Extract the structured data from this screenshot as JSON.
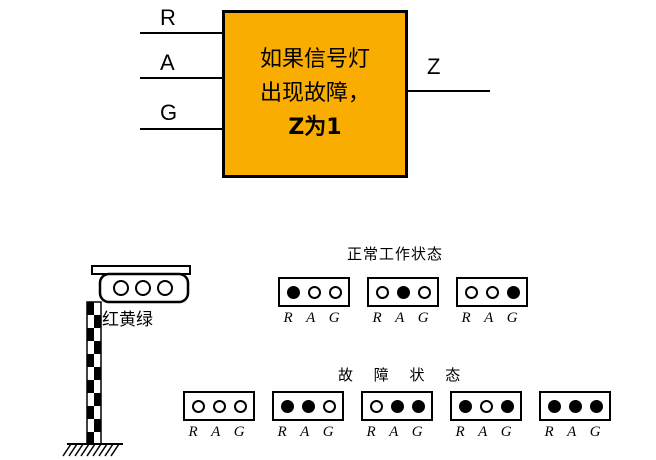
{
  "colors": {
    "block_fill": "#F9AD00"
  },
  "block_diagram": {
    "inputs": [
      "R",
      "A",
      "G"
    ],
    "output_label": "Z",
    "text_lines": [
      "如果信号灯",
      "出现故障，",
      "Z为1"
    ]
  },
  "traffic_light": {
    "label": "红黄绿"
  },
  "normal_section": {
    "title": "正常工作状态",
    "lamp_caption": "R A G",
    "states": [
      [
        1,
        0,
        0
      ],
      [
        0,
        1,
        0
      ],
      [
        0,
        0,
        1
      ]
    ]
  },
  "fault_section": {
    "title": "故 障 状 态",
    "lamp_caption": "R A G",
    "states": [
      [
        0,
        0,
        0
      ],
      [
        1,
        1,
        0
      ],
      [
        0,
        1,
        1
      ],
      [
        1,
        0,
        1
      ],
      [
        1,
        1,
        1
      ]
    ]
  }
}
